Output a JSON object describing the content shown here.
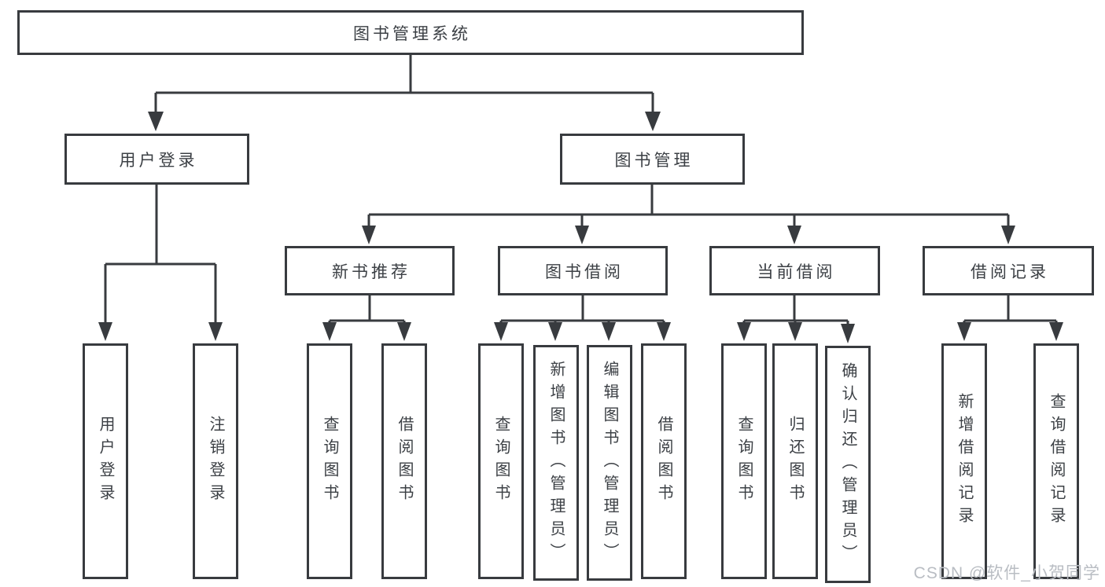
{
  "diagram": {
    "title_note": "library management system feature tree",
    "colors": {
      "line": "#383b3f",
      "box_border": "#383b3f",
      "text": "#3c4045",
      "watermark": "#b9bdc3",
      "background": "#ffffff"
    },
    "root": {
      "label": "图书管理系统"
    },
    "level2": [
      {
        "id": "user-login",
        "label": "用户登录",
        "parent": "root"
      },
      {
        "id": "book-management",
        "label": "图书管理",
        "parent": "root"
      }
    ],
    "level3": [
      {
        "id": "new-book-recommend",
        "label": "新书推荐",
        "parent": "book-management"
      },
      {
        "id": "book-borrow",
        "label": "图书借阅",
        "parent": "book-management"
      },
      {
        "id": "current-borrow",
        "label": "当前借阅",
        "parent": "book-management"
      },
      {
        "id": "borrow-records",
        "label": "借阅记录",
        "parent": "book-management"
      }
    ],
    "leaves": [
      {
        "label": "用户登录",
        "parent": "user-login"
      },
      {
        "label": "注销登录",
        "parent": "user-login"
      },
      {
        "label": "查询图书",
        "parent": "new-book-recommend"
      },
      {
        "label": "借阅图书",
        "parent": "new-book-recommend"
      },
      {
        "label": "查询图书",
        "parent": "book-borrow"
      },
      {
        "label": "新增图书（管理员）",
        "parent": "book-borrow"
      },
      {
        "label": "编辑图书（管理员）",
        "parent": "book-borrow"
      },
      {
        "label": "借阅图书",
        "parent": "book-borrow"
      },
      {
        "label": "查询图书",
        "parent": "current-borrow"
      },
      {
        "label": "归还图书",
        "parent": "current-borrow"
      },
      {
        "label": "确认归还（管理员）",
        "parent": "current-borrow"
      },
      {
        "label": "新增借阅记录",
        "parent": "borrow-records"
      },
      {
        "label": "查询借阅记录",
        "parent": "borrow-records"
      }
    ]
  },
  "watermark": "CSDN @软件_小贺同学"
}
